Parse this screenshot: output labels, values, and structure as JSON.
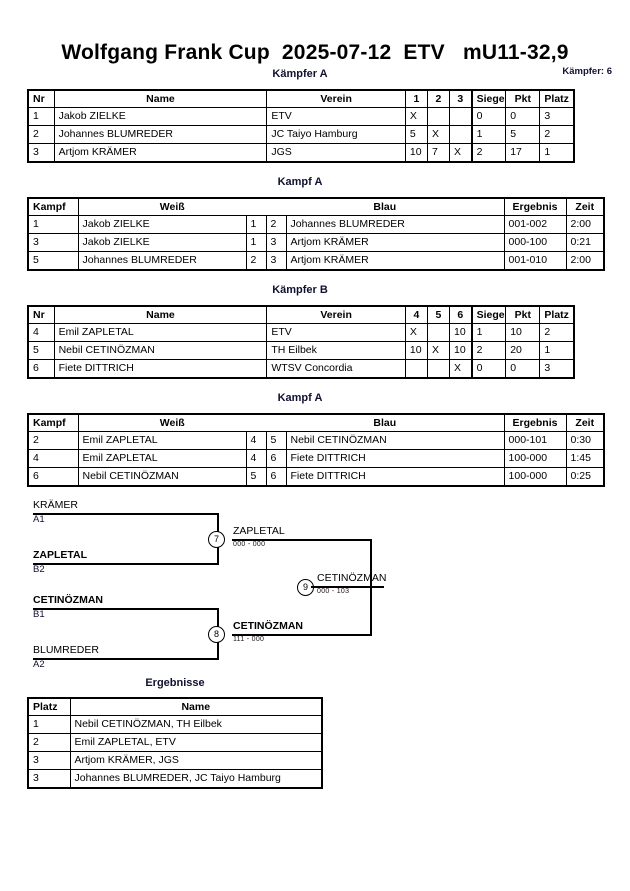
{
  "header": {
    "title": "Wolfgang Frank Cup  2025-07-12  ETV   mU11-32,9",
    "fighter_count": "Kämpfer: 6"
  },
  "captions": {
    "pool_a": "Kämpfer A",
    "match_a1": "Kampf A",
    "pool_b": "Kämpfer B",
    "match_a2": "Kampf A",
    "results": "Ergebnisse"
  },
  "pool_headers": {
    "nr": "Nr",
    "name": "Name",
    "verein": "Verein",
    "siege": "Siege",
    "pkt": "Pkt",
    "platz": "Platz"
  },
  "pool_a": {
    "match_cols": [
      "1",
      "2",
      "3"
    ],
    "rows": [
      {
        "nr": "1",
        "name": "Jakob ZIELKE",
        "verein": "ETV",
        "cells": [
          "X",
          "",
          ""
        ],
        "siege": "0",
        "pkt": "0",
        "platz": "3"
      },
      {
        "nr": "2",
        "name": "Johannes BLUMREDER",
        "verein": "JC Taiyo Hamburg",
        "cells": [
          "5",
          "X",
          ""
        ],
        "siege": "1",
        "pkt": "5",
        "platz": "2"
      },
      {
        "nr": "3",
        "name": "Artjom KRÄMER",
        "verein": "JGS",
        "cells": [
          "10",
          "7",
          "X"
        ],
        "siege": "2",
        "pkt": "17",
        "platz": "1"
      }
    ]
  },
  "pool_b": {
    "match_cols": [
      "4",
      "5",
      "6"
    ],
    "rows": [
      {
        "nr": "4",
        "name": "Emil ZAPLETAL",
        "verein": "ETV",
        "cells": [
          "X",
          "",
          "10"
        ],
        "siege": "1",
        "pkt": "10",
        "platz": "2"
      },
      {
        "nr": "5",
        "name": "Nebil CETINÖZMAN",
        "verein": "TH Eilbek",
        "cells": [
          "10",
          "X",
          "10"
        ],
        "siege": "2",
        "pkt": "20",
        "platz": "1"
      },
      {
        "nr": "6",
        "name": "Fiete DITTRICH",
        "verein": "WTSV Concordia",
        "cells": [
          "",
          "",
          "X"
        ],
        "siege": "0",
        "pkt": "0",
        "platz": "3"
      }
    ]
  },
  "match_headers": {
    "kampf": "Kampf",
    "weiss": "Weiß",
    "blau": "Blau",
    "ergebnis": "Ergebnis",
    "zeit": "Zeit"
  },
  "matches_a1": [
    {
      "kampf": "1",
      "weiss": "Jakob ZIELKE",
      "weiss_win": false,
      "n1": "1",
      "n2": "2",
      "blau": "Johannes BLUMREDER",
      "blau_win": true,
      "ergebnis": "001-002",
      "zeit": "2:00"
    },
    {
      "kampf": "3",
      "weiss": "Jakob ZIELKE",
      "weiss_win": false,
      "n1": "1",
      "n2": "3",
      "blau": "Artjom KRÄMER",
      "blau_win": true,
      "ergebnis": "000-100",
      "zeit": "0:21"
    },
    {
      "kampf": "5",
      "weiss": "Johannes BLUMREDER",
      "weiss_win": false,
      "n1": "2",
      "n2": "3",
      "blau": "Artjom KRÄMER",
      "blau_win": true,
      "ergebnis": "001-010",
      "zeit": "2:00"
    }
  ],
  "matches_a2": [
    {
      "kampf": "2",
      "weiss": "Emil ZAPLETAL",
      "weiss_win": false,
      "n1": "4",
      "n2": "5",
      "blau": "Nebil CETINÖZMAN",
      "blau_win": true,
      "ergebnis": "000-101",
      "zeit": "0:30"
    },
    {
      "kampf": "4",
      "weiss": "Emil ZAPLETAL",
      "weiss_win": true,
      "n1": "4",
      "n2": "6",
      "blau": "Fiete DITTRICH",
      "blau_win": false,
      "ergebnis": "100-000",
      "zeit": "1:45"
    },
    {
      "kampf": "6",
      "weiss": "Nebil CETINÖZMAN",
      "weiss_win": true,
      "n1": "5",
      "n2": "6",
      "blau": "Fiete DITTRICH",
      "blau_win": false,
      "ergebnis": "100-000",
      "zeit": "0:25"
    }
  ],
  "bracket": {
    "entries": [
      {
        "name": "KRÄMER",
        "seed": "A1",
        "winner": false
      },
      {
        "name": "ZAPLETAL",
        "seed": "B2",
        "winner": true
      },
      {
        "name": "CETINÖZMAN",
        "seed": "B1",
        "winner": true
      },
      {
        "name": "BLUMREDER",
        "seed": "A2",
        "winner": false
      }
    ],
    "nodes": [
      {
        "id": "7",
        "winner": "ZAPLETAL",
        "score": "000 - 000",
        "bold": false
      },
      {
        "id": "8",
        "winner": "CETINÖZMAN",
        "score": "111 - 000",
        "bold": true
      },
      {
        "id": "9",
        "winner": "CETINÖZMAN",
        "score": "000 - 103",
        "bold": false
      }
    ]
  },
  "results_headers": {
    "platz": "Platz",
    "name": "Name"
  },
  "results": [
    {
      "platz": "1",
      "name": "Nebil CETINÖZMAN, TH Eilbek"
    },
    {
      "platz": "2",
      "name": "Emil ZAPLETAL, ETV"
    },
    {
      "platz": "3",
      "name": "Artjom KRÄMER, JGS"
    },
    {
      "platz": "3",
      "name": "Johannes BLUMREDER, JC Taiyo Hamburg"
    }
  ]
}
